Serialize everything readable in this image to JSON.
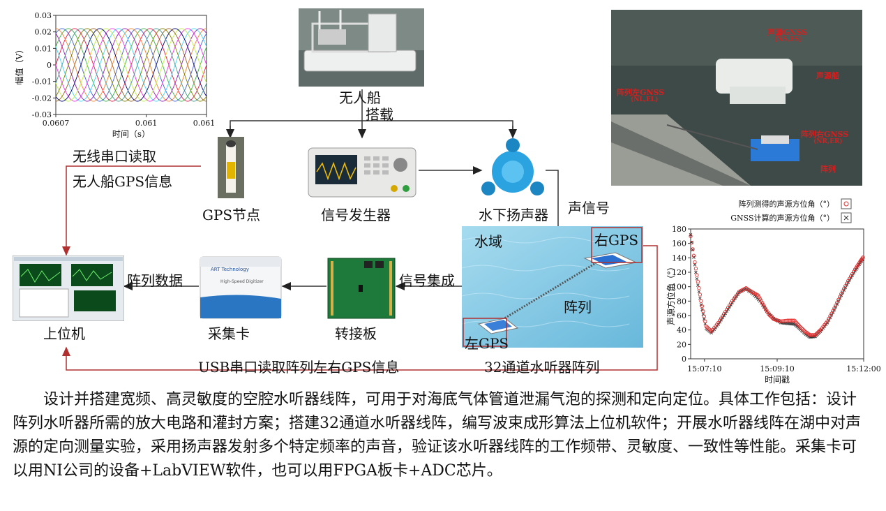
{
  "labels": {
    "boat": "无人船",
    "mount": "搭载",
    "wireless_read": "无线串口读取",
    "boat_gps_info": "无人船GPS信息",
    "gps_node": "GPS节点",
    "signal_generator": "信号发生器",
    "speaker": "水下扬声器",
    "acoustic_signal": "声信号",
    "water": "水域",
    "right_gps": "右GPS",
    "left_gps": "左GPS",
    "array": "阵列",
    "array_data": "阵列数据",
    "signal_integration": "信号集成",
    "host": "上位机",
    "daq": "采集卡",
    "adapter": "转接板",
    "usb_read": "USB串口读取阵列左右GPS信息",
    "hydrophone_array": "32通道水听器阵列"
  },
  "photo_annotations": {
    "source_gnss": "声源GNSS",
    "source_gnss_sub": "(NS,ES)",
    "source_boat": "声源船",
    "array_left_gnss": "阵列左GNSS",
    "array_left_sub": "(NL,EL)",
    "array_right_gnss": "阵列右GNSS",
    "array_right_sub": "(NR,ER)",
    "array": "阵列"
  },
  "device_text": {
    "daq_brand": "ART Technology",
    "daq_sub": "High-Speed Digitizer"
  },
  "colors": {
    "red": "#c0392b",
    "water": "#7fc4e3",
    "speaker_blue": "#2ba3e0",
    "board_green": "#1e7a3a"
  },
  "paragraph": "设计并搭建宽频、高灵敏度的空腔水听器线阵，可用于对海底气体管道泄漏气泡的探测和定向定位。具体工作包括：设计阵列水听器所需的放大电路和灌封方案；搭建32通道水听器线阵，编写波束成形算法上位机软件；开展水听器线阵在湖中对声源的定向测量实验，采用扬声器发射多个特定频率的声音，验证该水听器线阵的工作频带、灵敏度、一致性等性能。采集卡可以用NI公司的设备+LabVIEW软件，也可以用FPGA板卡+ADC芯片。",
  "chart_data": [
    {
      "type": "line",
      "title": "",
      "xlabel": "时间（s）",
      "ylabel": "幅值（V）",
      "xlim": [
        0.0607,
        0.0612
      ],
      "ylim": [
        -0.03,
        0.03
      ],
      "xticks": [
        "0.0607",
        "0.061",
        "0.0612"
      ],
      "yticks": [
        "0.03",
        "0.02",
        "0.01",
        "0",
        "-0.01",
        "-0.02",
        "-0.03"
      ],
      "series": [
        {
          "period_s": 0.00025,
          "amplitude": 0.022,
          "phase_deg": 0,
          "color": "#e6194b"
        },
        {
          "period_s": 0.00025,
          "amplitude": 0.022,
          "phase_deg": 30,
          "color": "#3cb44b"
        },
        {
          "period_s": 0.00025,
          "amplitude": 0.022,
          "phase_deg": 60,
          "color": "#4363d8"
        },
        {
          "period_s": 0.00025,
          "amplitude": 0.022,
          "phase_deg": 90,
          "color": "#f58231"
        },
        {
          "period_s": 0.00025,
          "amplitude": 0.022,
          "phase_deg": 120,
          "color": "#911eb4"
        },
        {
          "period_s": 0.00025,
          "amplitude": 0.022,
          "phase_deg": 150,
          "color": "#42d4f4"
        },
        {
          "period_s": 0.00025,
          "amplitude": 0.022,
          "phase_deg": 180,
          "color": "#f032e6"
        },
        {
          "period_s": 0.00025,
          "amplitude": 0.022,
          "phase_deg": 210,
          "color": "#bfef45"
        },
        {
          "period_s": 0.00025,
          "amplitude": 0.022,
          "phase_deg": 240,
          "color": "#000075"
        },
        {
          "period_s": 0.00025,
          "amplitude": 0.022,
          "phase_deg": 270,
          "color": "#9a6324"
        },
        {
          "period_s": 0.00025,
          "amplitude": 0.022,
          "phase_deg": 300,
          "color": "#808000"
        },
        {
          "period_s": 0.00025,
          "amplitude": 0.022,
          "phase_deg": 330,
          "color": "#469990"
        }
      ]
    },
    {
      "type": "scatter",
      "title": "",
      "xlabel": "时间戳",
      "ylabel": "声源方位角（°）",
      "ylim": [
        0,
        180
      ],
      "xticks": [
        "15:07:10",
        "15:09:10",
        "15:12:00"
      ],
      "yticks": [
        "180",
        "160",
        "140",
        "120",
        "100",
        "80",
        "60",
        "40",
        "20",
        "0"
      ],
      "legend_position": "top-right",
      "series": [
        {
          "name": "阵列测得的声源方位角（°）",
          "marker": "circle",
          "color": "#e03030",
          "points": [
            [
              0.0,
              170
            ],
            [
              0.03,
              125
            ],
            [
              0.06,
              80
            ],
            [
              0.09,
              45
            ],
            [
              0.12,
              38
            ],
            [
              0.16,
              50
            ],
            [
              0.2,
              65
            ],
            [
              0.24,
              80
            ],
            [
              0.28,
              93
            ],
            [
              0.32,
              98
            ],
            [
              0.36,
              92
            ],
            [
              0.39,
              88
            ],
            [
              0.42,
              75
            ],
            [
              0.45,
              62
            ],
            [
              0.48,
              55
            ],
            [
              0.52,
              52
            ],
            [
              0.56,
              53
            ],
            [
              0.6,
              53
            ],
            [
              0.63,
              45
            ],
            [
              0.66,
              38
            ],
            [
              0.69,
              33
            ],
            [
              0.72,
              33
            ],
            [
              0.75,
              40
            ],
            [
              0.79,
              52
            ],
            [
              0.83,
              70
            ],
            [
              0.87,
              90
            ],
            [
              0.91,
              108
            ],
            [
              0.95,
              124
            ],
            [
              0.98,
              135
            ],
            [
              1.0,
              142
            ]
          ]
        },
        {
          "name": "GNSS计算的声源方位角（°）",
          "marker": "x",
          "color": "#333333",
          "points": [
            [
              0.0,
              172
            ],
            [
              0.03,
              120
            ],
            [
              0.06,
              75
            ],
            [
              0.09,
              42
            ],
            [
              0.12,
              36
            ],
            [
              0.16,
              48
            ],
            [
              0.2,
              63
            ],
            [
              0.24,
              78
            ],
            [
              0.28,
              92
            ],
            [
              0.32,
              97
            ],
            [
              0.36,
              90
            ],
            [
              0.4,
              80
            ],
            [
              0.44,
              66
            ],
            [
              0.48,
              56
            ],
            [
              0.52,
              50
            ],
            [
              0.56,
              49
            ],
            [
              0.6,
              48
            ],
            [
              0.63,
              42
            ],
            [
              0.66,
              35
            ],
            [
              0.69,
              30
            ],
            [
              0.72,
              31
            ],
            [
              0.75,
              38
            ],
            [
              0.79,
              50
            ],
            [
              0.83,
              68
            ],
            [
              0.87,
              88
            ],
            [
              0.91,
              106
            ],
            [
              0.95,
              122
            ],
            [
              0.98,
              133
            ],
            [
              1.0,
              140
            ]
          ]
        }
      ]
    }
  ]
}
